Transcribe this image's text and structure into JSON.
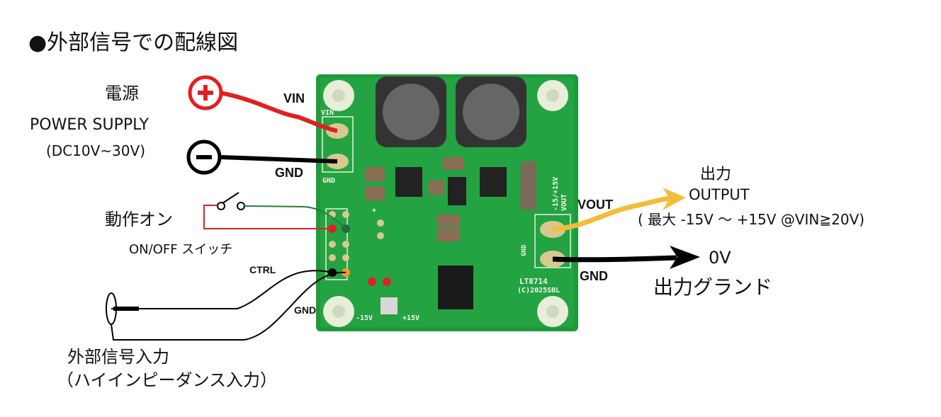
{
  "title": "●外部信号での配線図",
  "power": {
    "ja": "電源",
    "en": "POWER SUPPLY",
    "range": "(DC10V~30V)",
    "vin_label": "VIN",
    "gnd_label": "GND"
  },
  "switch": {
    "ja": "動作オン",
    "en": "ON/OFF スイッチ"
  },
  "ctrl": {
    "ctrl_label": "CTRL",
    "gnd_label": "GND"
  },
  "signal_input": {
    "line1": "外部信号入力",
    "line2": "（ハイインピーダンス入力）"
  },
  "output": {
    "ja": "出力",
    "en": "OUTPUT",
    "range": "( 最大 -15V ～ +15V @VIN≧20V)",
    "vout_label": "VOUT",
    "gnd_label": "GND",
    "zero": "0V",
    "gnd_ja": "出力グランド"
  },
  "pcb": {
    "vin": "VIN",
    "gnd": "GND",
    "vout_range": "-15/+15V",
    "vout": "VOUT",
    "gnd_out": "GND",
    "chip": "LT8714",
    "copyright": "(C)2025SBL",
    "minus": "-15V",
    "plus": "+15V",
    "plus_sign": "+"
  },
  "colors": {
    "positive_wire": "#e02020",
    "negative_wire": "#000000",
    "output_wire": "#f2bd3a",
    "switch_wire": "#2a7a3a",
    "pcb_green": "#1f9a3a"
  }
}
